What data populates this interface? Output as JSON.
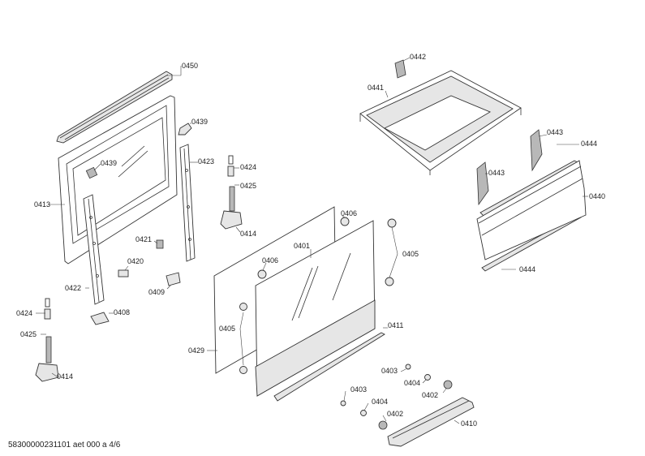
{
  "footer": {
    "doc_id": "58300000231101 aet 000 a 4/6"
  },
  "callouts": {
    "p0450": "0450",
    "p0439a": "0439",
    "p0439b": "0439",
    "p0413": "0413",
    "p0423": "0423",
    "p0424a": "0424",
    "p0425a": "0425",
    "p0414a": "0414",
    "p0421": "0421",
    "p0420": "0420",
    "p0409": "0409",
    "p0422": "0422",
    "p0424b": "0424",
    "p0408": "0408",
    "p0425b": "0425",
    "p0414b": "0414",
    "p0442": "0442",
    "p0441": "0441",
    "p0443a": "0443",
    "p0444a": "0444",
    "p0443b": "0443",
    "p0440": "0440",
    "p0444b": "0444",
    "p0406a": "0406",
    "p0401": "0401",
    "p0406b": "0406",
    "p0405a": "0405",
    "p0405b": "0405",
    "p0429": "0429",
    "p0411": "0411",
    "p0403a": "0403",
    "p0404a": "0404",
    "p0402a": "0402",
    "p0403b": "0403",
    "p0404b": "0404",
    "p0402b": "0402",
    "p0410": "0410"
  }
}
